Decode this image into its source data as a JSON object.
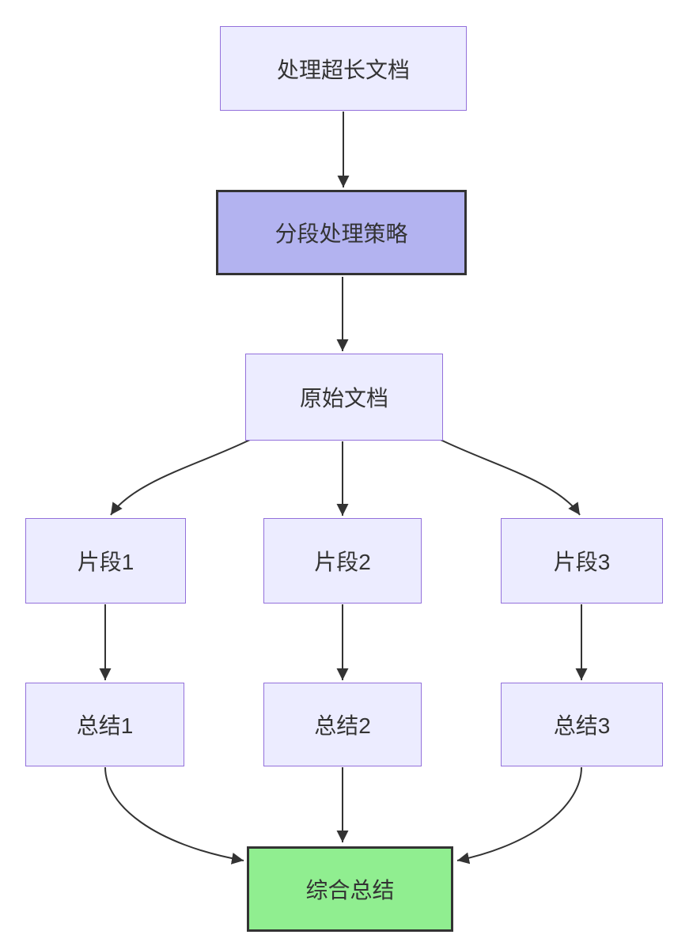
{
  "diagram": {
    "type": "flowchart-top-down",
    "nodes": [
      {
        "id": "doc",
        "label": "处理超长文档",
        "style": "default"
      },
      {
        "id": "strategy",
        "label": "分段处理策略",
        "style": "purple-highlight"
      },
      {
        "id": "source",
        "label": "原始文档",
        "style": "default"
      },
      {
        "id": "frag1",
        "label": "片段1",
        "style": "default"
      },
      {
        "id": "frag2",
        "label": "片段2",
        "style": "default"
      },
      {
        "id": "frag3",
        "label": "片段3",
        "style": "default"
      },
      {
        "id": "sum1",
        "label": "总结1",
        "style": "default"
      },
      {
        "id": "sum2",
        "label": "总结2",
        "style": "default"
      },
      {
        "id": "sum3",
        "label": "总结3",
        "style": "default"
      },
      {
        "id": "final",
        "label": "综合总结",
        "style": "green-highlight"
      }
    ],
    "edges": [
      {
        "from": "doc",
        "to": "strategy"
      },
      {
        "from": "strategy",
        "to": "source"
      },
      {
        "from": "source",
        "to": "frag1"
      },
      {
        "from": "source",
        "to": "frag2"
      },
      {
        "from": "source",
        "to": "frag3"
      },
      {
        "from": "frag1",
        "to": "sum1"
      },
      {
        "from": "frag2",
        "to": "sum2"
      },
      {
        "from": "frag3",
        "to": "sum3"
      },
      {
        "from": "sum1",
        "to": "final"
      },
      {
        "from": "sum2",
        "to": "final"
      },
      {
        "from": "sum3",
        "to": "final"
      }
    ],
    "colors": {
      "default_fill": "#ECECFF",
      "default_stroke": "#9370DB",
      "purple_highlight_fill": "#b3b3f0",
      "green_highlight_fill": "#90EE90",
      "highlight_stroke": "#333333",
      "edge": "#333333",
      "text": "#333333",
      "background": "#ffffff"
    }
  }
}
